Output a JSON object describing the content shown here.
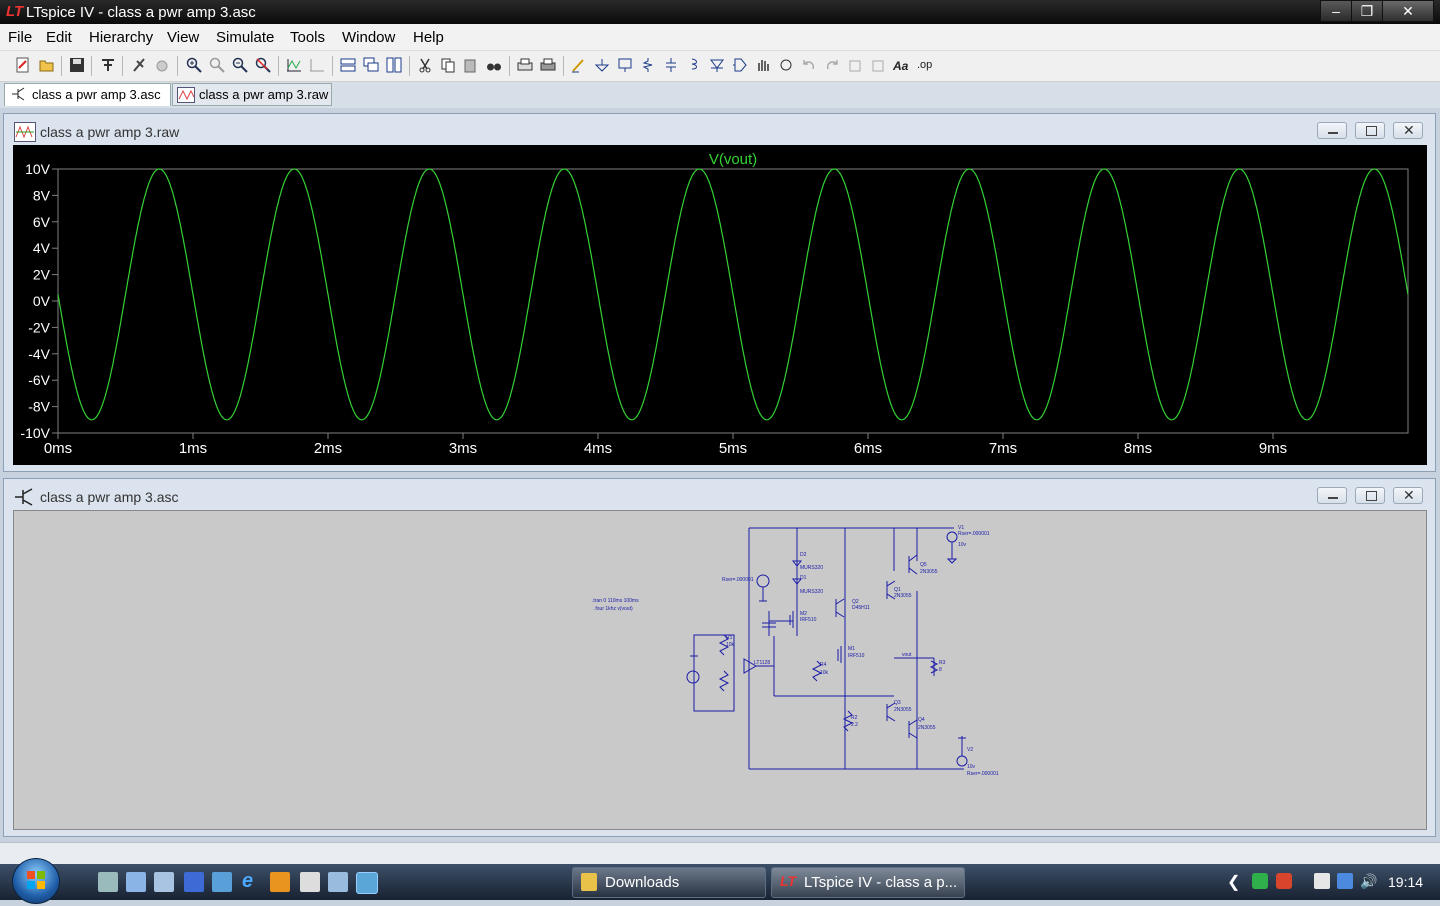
{
  "window": {
    "title": "LTspice IV - class a pwr amp 3.asc"
  },
  "menu": [
    "File",
    "Edit",
    "Hierarchy",
    "View",
    "Simulate",
    "Tools",
    "Window",
    "Help"
  ],
  "tabs": [
    {
      "label": "class a pwr amp 3.asc",
      "active": true
    },
    {
      "label": "class a pwr amp 3.raw",
      "active": false
    }
  ],
  "plot_window": {
    "title": "class a pwr amp 3.raw"
  },
  "schematic_window": {
    "title": "class a pwr amp 3.asc"
  },
  "chart_data": {
    "type": "line",
    "title": "V(vout)",
    "series": [
      {
        "name": "V(vout)",
        "color": "#34d134",
        "frequency_hz": 1000,
        "offset_v": 0.5,
        "amplitude_v": 9.5,
        "clip_low_v": -9.2,
        "phase": "starts at 0V falling at t=0"
      }
    ],
    "x_ticks": [
      "0ms",
      "1ms",
      "2ms",
      "3ms",
      "4ms",
      "5ms",
      "6ms",
      "7ms",
      "8ms",
      "9ms"
    ],
    "y_ticks": [
      "10V",
      "8V",
      "6V",
      "4V",
      "2V",
      "0V",
      "-2V",
      "-4V",
      "-6V",
      "-8V",
      "-10V"
    ],
    "xlim": [
      0,
      10
    ],
    "ylim": [
      -10,
      10
    ],
    "background": "#000000"
  },
  "schematic": {
    "directives": [
      ".tran 0 110ms 100ms",
      ".four 1khz v(vout)"
    ],
    "labels": {
      "d2": "D2",
      "d2_part": "MURS320",
      "d1": "D1",
      "d1_part": "MURS320",
      "q5": "Q5",
      "q5_part": "2N3055",
      "q1": "Q1",
      "q1_part": "2N3055",
      "q3": "Q3",
      "q3_part": "2N3055",
      "q4": "Q4",
      "q4_part": "2N3055",
      "m2": "M2",
      "m2_part": "IRF510",
      "m1": "M1",
      "m1_part": "IRF510",
      "q2": "Q2",
      "q2_part": "D45H11",
      "v1": "V1",
      "v1_rser": "Rser=.000001",
      "v1_value": "10v",
      "v2": "V2",
      "v2_value": "10v",
      "v2_rser": "Rser=.000001",
      "vout": "vout",
      "rser_bias": "Rser=.000001",
      "u1": "LT1128",
      "r_left": "R1",
      "r_value": "10k",
      "r4": "R4",
      "r4_value": "10k",
      "r3": "R3",
      "r3_value": "8",
      "r_low": "R2",
      "r_low_value": "2.2"
    }
  },
  "taskbar": {
    "items": [
      {
        "label": "Downloads"
      },
      {
        "label": "LTspice IV - class a p..."
      }
    ],
    "clock": "19:14"
  }
}
